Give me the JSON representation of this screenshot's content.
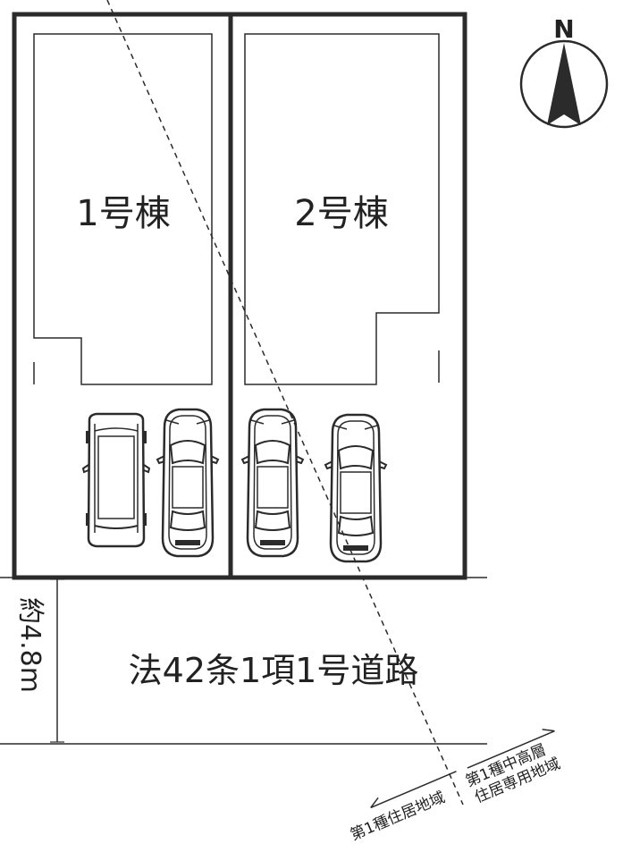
{
  "lots": {
    "lot1_label": "1号棟",
    "lot2_label": "2号棟"
  },
  "road": {
    "label": "法42条1項1号道路",
    "width_label": "約4.8m"
  },
  "compass": {
    "north_label": "N"
  },
  "zoning": {
    "west_label": "第1種住居地域",
    "east_label_line1": "第1種中高層",
    "east_label_line2": "住居専用地域"
  },
  "colors": {
    "line": "#2b2b2b",
    "background": "#ffffff"
  }
}
